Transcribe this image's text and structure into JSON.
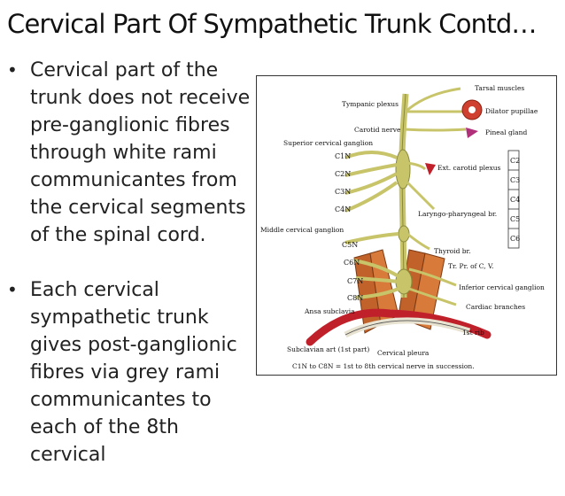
{
  "slide": {
    "title": "Cervical Part Of Sympathetic Trunk Contd…",
    "bullets": [
      {
        "bullet_glyph": "•",
        "text": "Cervical part of the trunk does not receive pre-ganglionic fibres through white rami communicantes from the cervical segments of the spinal cord."
      },
      {
        "bullet_glyph": "•",
        "text": "Each cervical sympathetic trunk gives post-ganglionic fibres via grey rami communicantes to each of the 8th cervical"
      }
    ]
  },
  "figure": {
    "labels": {
      "tarsal": "Tarsal muscles",
      "tympanic": "Tympanic plexus",
      "dilator": "Dilator pupillae",
      "carotid": "Carotid nerve",
      "pineal": "Pineal gland",
      "superior": "Superior cervical ganglion",
      "ext_carotid": "Ext. carotid plexus",
      "laryngo": "Laryngo-pharyngeal br.",
      "middle": "Middle cervical ganglion",
      "thyroid": "Thyroid br.",
      "trpr": "Tr. Pr. of C, V.",
      "inferior": "Inferior cervical ganglion",
      "cardiac": "Cardiac branches",
      "ansa": "Ansa subclavia",
      "first_rib": "1st rib",
      "subclavian": "Subclavian art (1st part)",
      "pleura": "Cervical pleura",
      "caption": "C1N to C8N = 1st to 8th cervical nerve in succession."
    },
    "nerves": [
      "C1N",
      "C2N",
      "C3N",
      "C4N",
      "C5N",
      "C6N",
      "C7N",
      "C8N"
    ],
    "segments": [
      "C2",
      "C3",
      "C4",
      "C5",
      "C6"
    ],
    "colors": {
      "nerve": "#c8c46a",
      "nerve_dark": "#8a8a3a",
      "muscle": "#c0622a",
      "artery": "#c0202a",
      "pineal": "#b0307a",
      "pupil": "#d04030"
    }
  }
}
